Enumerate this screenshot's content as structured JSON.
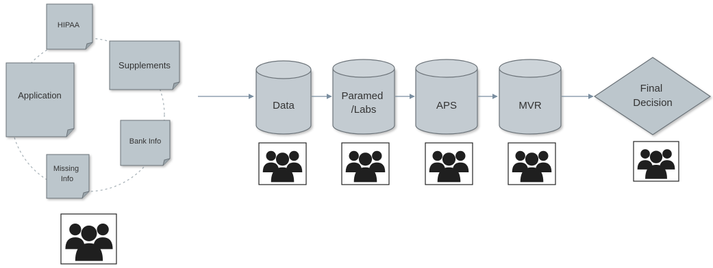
{
  "documents": {
    "hipaa": "HIPAA",
    "supplements": "Supplements",
    "application": "Application",
    "bank_info": "Bank Info",
    "missing_info": [
      "Missing",
      "Info"
    ]
  },
  "stages": [
    {
      "lines": [
        "Data"
      ]
    },
    {
      "lines": [
        "Paramed",
        "/Labs"
      ]
    },
    {
      "lines": [
        "APS"
      ]
    },
    {
      "lines": [
        "MVR"
      ]
    }
  ],
  "decision": {
    "lines": [
      "Final",
      "Decision"
    ]
  },
  "icons": {
    "group": "group-people-icon"
  },
  "colors": {
    "doc_fill": "#bcc6cc",
    "cylinder_fill": "#c3cbd1",
    "cylinder_top": "#cdd4d9",
    "stroke": "#6b7278",
    "connector": "#7a8ea0",
    "people": "#1f1f1f"
  }
}
